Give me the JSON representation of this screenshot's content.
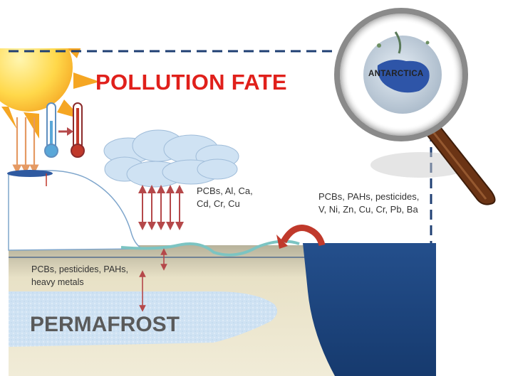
{
  "title": "POLLUTION FATE",
  "magnifier_label": "ANTARCTICA",
  "bottom_label": "PERMAFROST",
  "cloud_pollutants": [
    "PCBs, Al, Ca,",
    "Cd, Cr, Cu"
  ],
  "sea_pollutants": [
    "PCBs, PAHs, pesticides,",
    "V, Ni, Zn, Cu, Cr, Pb, Ba"
  ],
  "soil_pollutants": [
    "PCBs, pesticides, PAHs,",
    "heavy metals"
  ],
  "colors": {
    "title": "#e0201b",
    "sun": "#f5a623",
    "sea": "#1f4f8f",
    "arrow": "#b5484a",
    "ice": "#cfe2f3",
    "soil": "#e4dcc0",
    "dashed_border": "#1f3f73"
  },
  "icons": [
    "sun-icon",
    "cold-thermometer-icon",
    "hot-thermometer-icon",
    "magnifying-glass-icon",
    "globe-icon",
    "cloud-icon",
    "curved-arrow-icon"
  ]
}
